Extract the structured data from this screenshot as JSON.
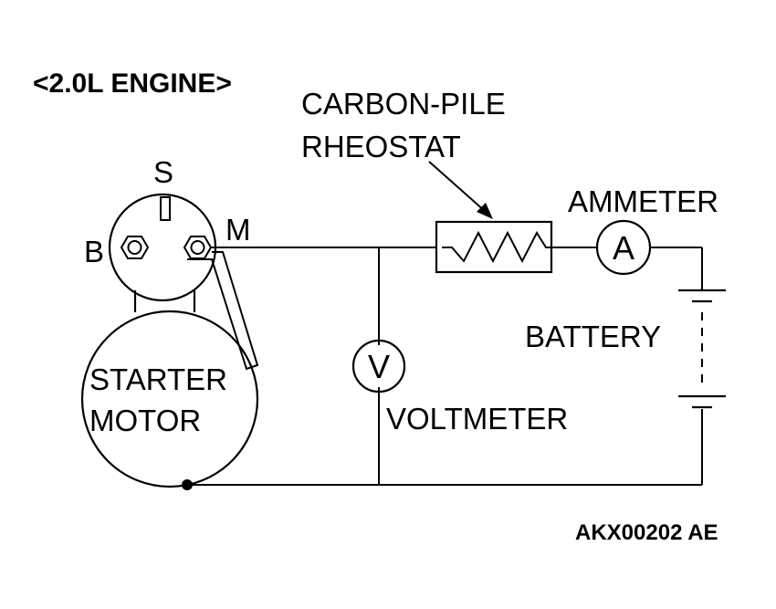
{
  "title": "<2.0L ENGINE>",
  "labels": {
    "carbon_pile_line1": "CARBON-PILE",
    "carbon_pile_line2": "RHEOSTAT",
    "ammeter": "AMMETER",
    "battery": "BATTERY",
    "voltmeter": "VOLTMETER",
    "starter_line1": "STARTER",
    "starter_line2": "MOTOR",
    "terminal_s": "S",
    "terminal_b": "B",
    "terminal_m": "M",
    "ammeter_symbol": "A",
    "voltmeter_symbol": "V"
  },
  "figure_code": "AKX00202 AE"
}
